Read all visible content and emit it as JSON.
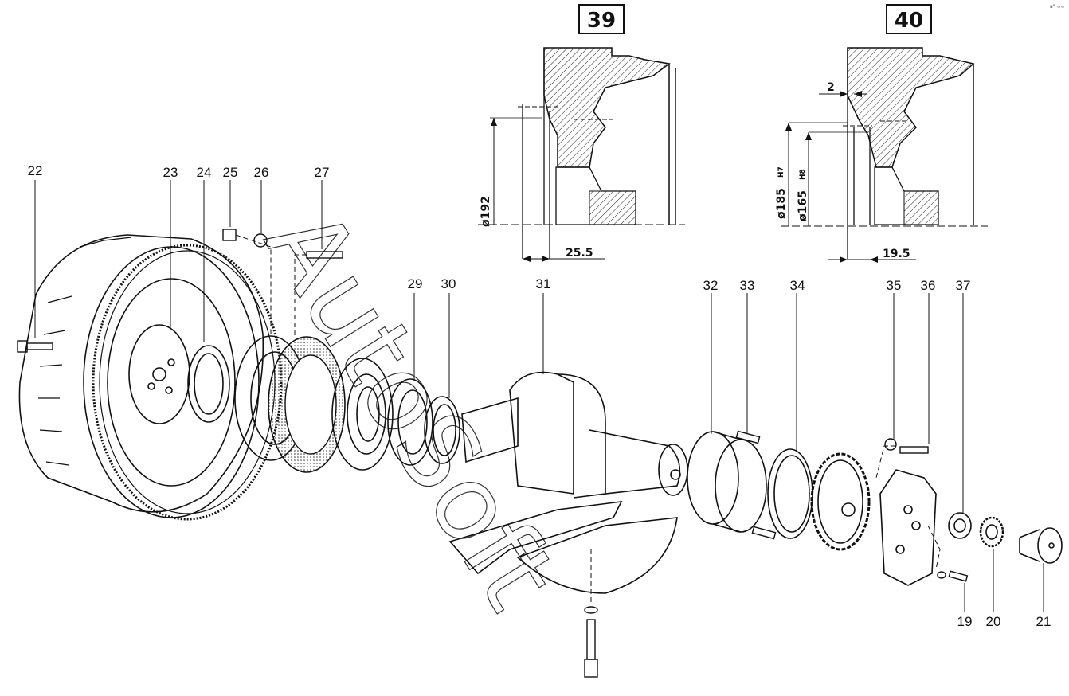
{
  "part_labels": [
    "22",
    "23",
    "24",
    "25",
    "26",
    "27",
    "29",
    "30",
    "31",
    "32",
    "33",
    "34",
    "35",
    "36",
    "37",
    "19",
    "20",
    "21"
  ],
  "figures": {
    "fig39": {
      "number": "39",
      "dim_diameter": "ø192",
      "dim_offset": "25.5"
    },
    "fig40": {
      "number": "40",
      "dim_gap": "2",
      "dim_diameter_outer": "ø185",
      "tol_outer": "H7",
      "dim_diameter_inner": "ø165",
      "tol_inner": "H8",
      "dim_offset": "19.5"
    }
  },
  "watermark": "AutoSoft",
  "corner_mark": "a° ∞∞"
}
